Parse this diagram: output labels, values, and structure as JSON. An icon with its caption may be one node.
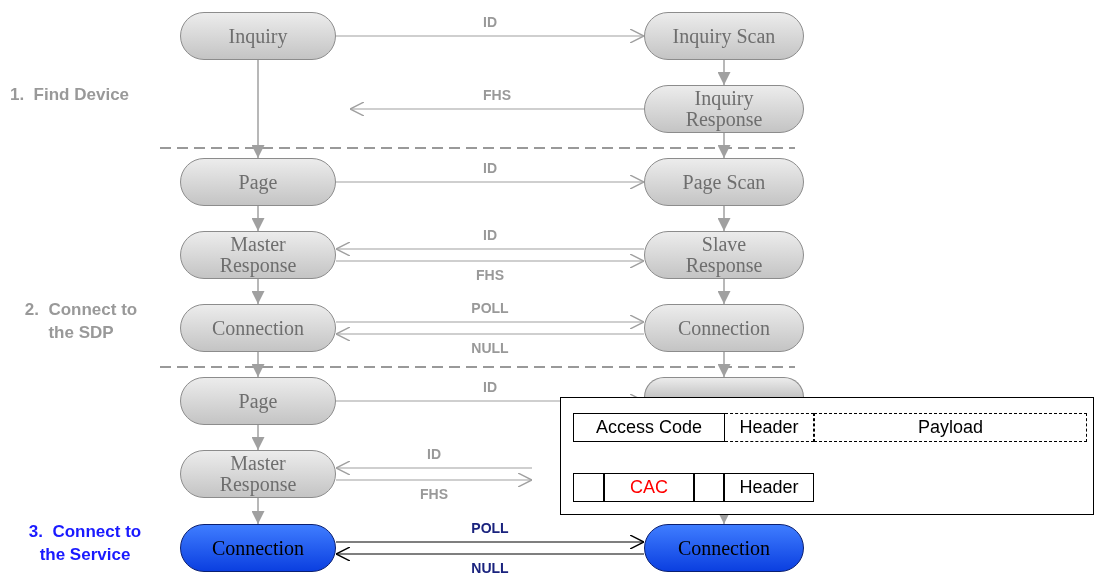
{
  "diagram": {
    "nodes": [
      {
        "text": [
          "Inquiry"
        ]
      },
      {
        "text": [
          "Inquiry Scan"
        ]
      },
      {
        "text": [
          "Inquiry Response"
        ]
      },
      {
        "text": [
          "Page"
        ]
      },
      {
        "text": [
          "Page Scan"
        ]
      },
      {
        "text": [
          "Master Response"
        ]
      },
      {
        "text": [
          "Slave Response"
        ]
      },
      {
        "text": [
          "Connection"
        ]
      },
      {
        "text": [
          "Connection"
        ]
      },
      {
        "text": [
          "Page"
        ]
      },
      {
        "text": [],
        "shape": "box"
      },
      {
        "text": [
          "Master Response"
        ]
      },
      {
        "text": [
          "Connection"
        ]
      },
      {
        "text": [
          "Connection"
        ]
      }
    ],
    "edges": [
      {
        "from": 0,
        "to": 1,
        "arrow": "to",
        "label": "ID"
      },
      {
        "from": 0,
        "to": 3,
        "arrow": "to"
      },
      {
        "from": 1,
        "to": 2,
        "arrow": "to"
      },
      {
        "from": 2,
        "to": null,
        "arrow": "to",
        "label": "FHS"
      },
      {
        "from": 2,
        "to": 4,
        "arrow": "to"
      },
      {
        "from": 3,
        "to": 4,
        "arrow": "to",
        "label": "ID"
      },
      {
        "from": 3,
        "to": 5,
        "arrow": "to"
      },
      {
        "from": 4,
        "to": 6,
        "arrow": "to"
      },
      {
        "from": 6,
        "to": 5,
        "arrow": "to",
        "label": "ID"
      },
      {
        "from": 5,
        "to": 6,
        "arrow": "to",
        "label": "FHS"
      },
      {
        "from": 5,
        "to": 7,
        "arrow": "to"
      },
      {
        "from": 6,
        "to": 8,
        "arrow": "to"
      },
      {
        "from": 7,
        "to": 8,
        "arrow": "to",
        "label": "POLL"
      },
      {
        "from": 8,
        "to": 7,
        "arrow": "to",
        "label": "NULL"
      },
      {
        "from": 7,
        "to": 9,
        "arrow": "to"
      },
      {
        "from": 8,
        "to": 10,
        "arrow": "to"
      },
      {
        "from": 9,
        "to": 10,
        "arrow": "to",
        "label": "ID"
      },
      {
        "from": 9,
        "to": 11,
        "arrow": "to"
      },
      {
        "from": null,
        "to": 11,
        "arrow": "to",
        "label": "ID"
      },
      {
        "from": 11,
        "to": null,
        "arrow": "to",
        "label": "FHS"
      },
      {
        "from": 11,
        "to": 12,
        "arrow": "to"
      },
      {
        "from": 10,
        "to": 13,
        "arrow": "to"
      },
      {
        "from": 12,
        "to": 13,
        "arrow": "to",
        "label": "POLL",
        "color": "#000000"
      },
      {
        "from": 13,
        "to": 12,
        "arrow": "to",
        "label": "NULL",
        "color": "#000000"
      }
    ],
    "labels": [
      "1.  Find Device",
      "2.  Connect to the SDP",
      "3.  Connect to the Service",
      "Access Code",
      "Header",
      "Payload",
      "CAC",
      "Header"
    ]
  }
}
